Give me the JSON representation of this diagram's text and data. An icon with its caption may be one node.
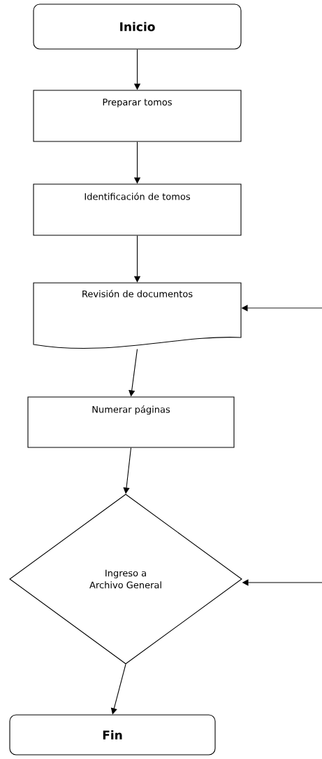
{
  "diagram": {
    "nodes": [
      {
        "text": [
          "Inicio"
        ]
      },
      {
        "text": [
          "Preparar tomos"
        ]
      },
      {
        "text": [
          "Identificación de tomos"
        ]
      },
      {
        "text": [
          "Revisión de documentos"
        ]
      },
      {
        "text": [
          "Numerar páginas"
        ]
      },
      {
        "text": [
          "Ingreso a Archivo General"
        ]
      },
      {
        "text": [
          "Fin"
        ]
      }
    ],
    "edges": [
      {
        "from": 0,
        "to": 1,
        "arrow": "to"
      },
      {
        "from": 1,
        "to": 2,
        "arrow": "to"
      },
      {
        "from": 2,
        "to": 3,
        "arrow": "to"
      },
      {
        "from": 3,
        "to": 4,
        "arrow": "to"
      },
      {
        "from": 4,
        "to": 5,
        "arrow": "to"
      },
      {
        "from": 5,
        "to": 6,
        "arrow": "to"
      },
      {
        "from": null,
        "to": 3,
        "arrow": "to"
      },
      {
        "from": null,
        "to": 5,
        "arrow": "to"
      }
    ]
  }
}
